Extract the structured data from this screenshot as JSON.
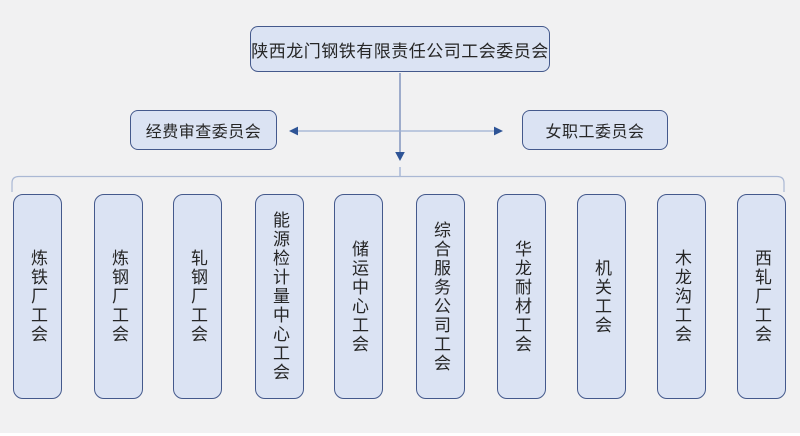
{
  "org_chart": {
    "root": {
      "label": "陕西龙门钢铁有限责任公司工会委员会"
    },
    "committees": [
      {
        "label": "经费审查委员会"
      },
      {
        "label": "女职工委员会"
      }
    ],
    "units": [
      {
        "label": "炼铁厂工会"
      },
      {
        "label": "炼钢厂工会"
      },
      {
        "label": "轧钢厂工会"
      },
      {
        "label": "能源检计量中心工会"
      },
      {
        "label": "储运中心工会"
      },
      {
        "label": "综合服务公司工会"
      },
      {
        "label": "华龙耐材工会"
      },
      {
        "label": "机关工会"
      },
      {
        "label": "木龙沟工会"
      },
      {
        "label": "西轧厂工会"
      }
    ]
  },
  "colors": {
    "background": "#f1f1f2",
    "box_fill": "#dbe3f3",
    "box_border": "#44598c",
    "line_light": "#a3b2d2",
    "line_vertical": "#7188b6",
    "arrowhead": "#2e5496",
    "text": "#262626"
  }
}
